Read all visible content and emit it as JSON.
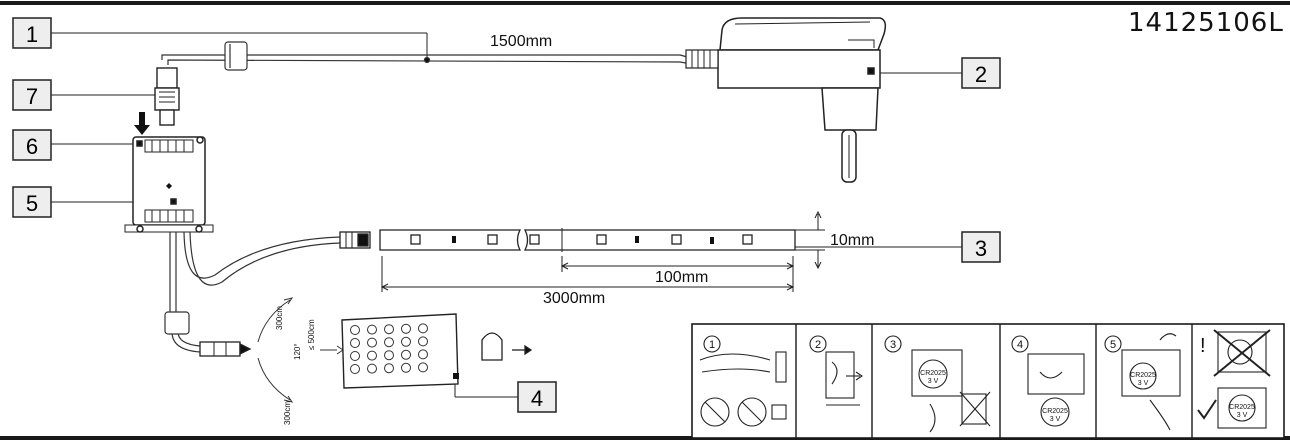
{
  "model_number": "14125106L",
  "callouts": [
    "1",
    "2",
    "3",
    "4",
    "5",
    "6",
    "7"
  ],
  "dimensions": {
    "cable_length": "1500mm",
    "strip_width": "10mm",
    "cut_length": "100mm",
    "strip_length": "3000mm",
    "range_upper": "300cm",
    "range_lower": "300cm",
    "range_forward": "≤ 500cm",
    "angle": "120°"
  },
  "steps": [
    "1",
    "2",
    "3",
    "4",
    "5"
  ],
  "battery_label": "CR2025",
  "battery_voltage": "3 V",
  "colors": {
    "line": "#222222",
    "panel_bg": "#ffffff",
    "frame": "#1a1a1a"
  }
}
